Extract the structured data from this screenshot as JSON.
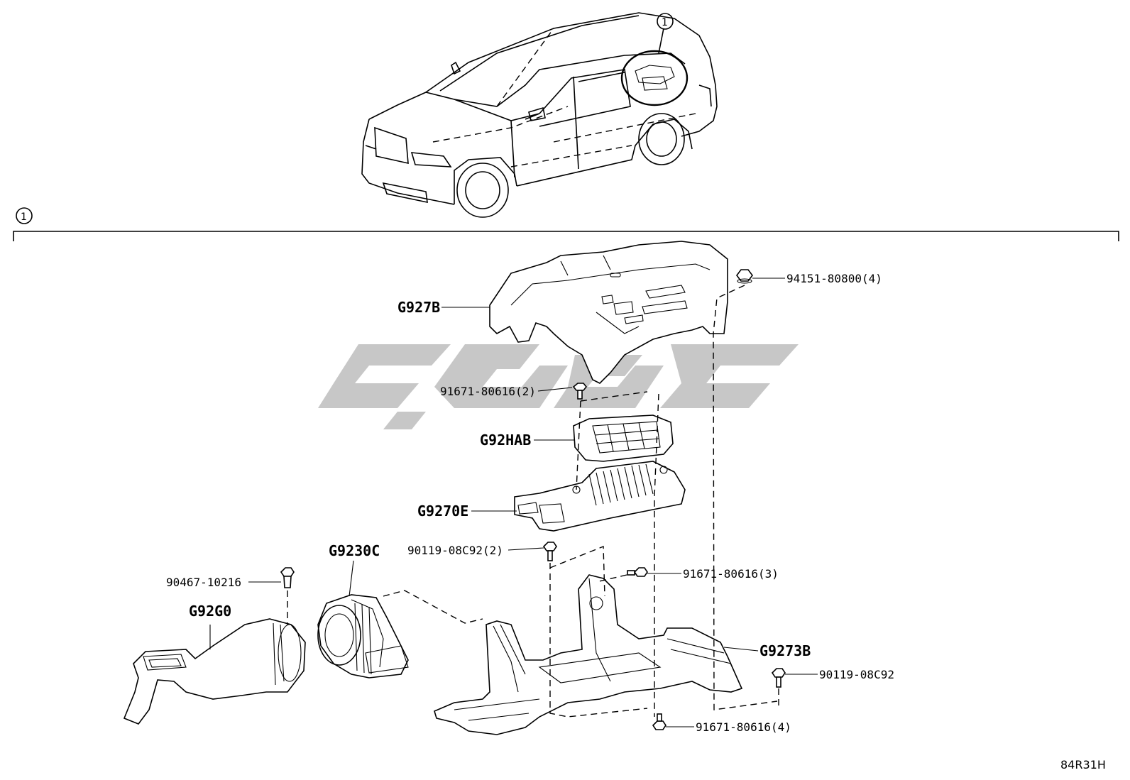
{
  "callout": "1",
  "section_marker": "1",
  "labels": {
    "g927b": "G927B",
    "g92hab": "G92HAB",
    "g9270e": "G9270E",
    "g9230c": "G9230C",
    "g92g0": "G92G0",
    "g9273b": "G9273B"
  },
  "parts": {
    "p94151": "94151-80800(4)",
    "p91671_2": "91671-80616(2)",
    "p90119_2": "90119-08C92(2)",
    "p90467": "90467-10216",
    "p91671_3": "91671-80616(3)",
    "p90119": "90119-08C92",
    "p91671_4": "91671-80616(4)"
  },
  "figure_code": "84R31H"
}
